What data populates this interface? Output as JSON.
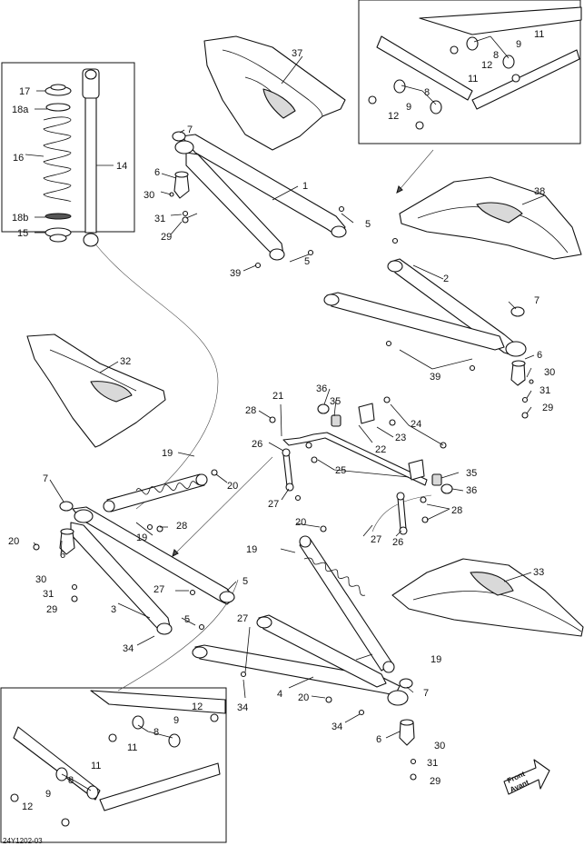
{
  "diagram": {
    "reference": "24Y1202-03",
    "direction_labels": [
      "Front",
      "Avant"
    ],
    "part_labels": [
      {
        "id": "l1",
        "text": "1"
      },
      {
        "id": "l2",
        "text": "2"
      },
      {
        "id": "l3",
        "text": "3"
      },
      {
        "id": "l4",
        "text": "4"
      },
      {
        "id": "l5a",
        "text": "5"
      },
      {
        "id": "l5b",
        "text": "5"
      },
      {
        "id": "l5c",
        "text": "5"
      },
      {
        "id": "l5d",
        "text": "5"
      },
      {
        "id": "l6a",
        "text": "6"
      },
      {
        "id": "l6b",
        "text": "6"
      },
      {
        "id": "l6c",
        "text": "6"
      },
      {
        "id": "l6d",
        "text": "6"
      },
      {
        "id": "l7a",
        "text": "7"
      },
      {
        "id": "l7b",
        "text": "7"
      },
      {
        "id": "l7c",
        "text": "7"
      },
      {
        "id": "l7d",
        "text": "7"
      },
      {
        "id": "l8a",
        "text": "8"
      },
      {
        "id": "l8b",
        "text": "8"
      },
      {
        "id": "l8c",
        "text": "8"
      },
      {
        "id": "l8d",
        "text": "8"
      },
      {
        "id": "l9a",
        "text": "9"
      },
      {
        "id": "l9b",
        "text": "9"
      },
      {
        "id": "l9c",
        "text": "9"
      },
      {
        "id": "l9d",
        "text": "9"
      },
      {
        "id": "l11a",
        "text": "11"
      },
      {
        "id": "l11b",
        "text": "11"
      },
      {
        "id": "l11c",
        "text": "11"
      },
      {
        "id": "l11d",
        "text": "11"
      },
      {
        "id": "l12a",
        "text": "12"
      },
      {
        "id": "l12b",
        "text": "12"
      },
      {
        "id": "l12c",
        "text": "12"
      },
      {
        "id": "l12d",
        "text": "12"
      },
      {
        "id": "l14",
        "text": "14"
      },
      {
        "id": "l15",
        "text": "15"
      },
      {
        "id": "l16",
        "text": "16"
      },
      {
        "id": "l17",
        "text": "17"
      },
      {
        "id": "l18a",
        "text": "18a"
      },
      {
        "id": "l18b",
        "text": "18b"
      },
      {
        "id": "l19a",
        "text": "19"
      },
      {
        "id": "l19b",
        "text": "19"
      },
      {
        "id": "l19c",
        "text": "19"
      },
      {
        "id": "l19d",
        "text": "19"
      },
      {
        "id": "l20a",
        "text": "20"
      },
      {
        "id": "l20b",
        "text": "20"
      },
      {
        "id": "l20c",
        "text": "20"
      },
      {
        "id": "l20d",
        "text": "20"
      },
      {
        "id": "l21",
        "text": "21"
      },
      {
        "id": "l22",
        "text": "22"
      },
      {
        "id": "l23",
        "text": "23"
      },
      {
        "id": "l24",
        "text": "24"
      },
      {
        "id": "l25",
        "text": "25"
      },
      {
        "id": "l26a",
        "text": "26"
      },
      {
        "id": "l26b",
        "text": "26"
      },
      {
        "id": "l27a",
        "text": "27"
      },
      {
        "id": "l27b",
        "text": "27"
      },
      {
        "id": "l27c",
        "text": "27"
      },
      {
        "id": "l27d",
        "text": "27"
      },
      {
        "id": "l28a",
        "text": "28"
      },
      {
        "id": "l28b",
        "text": "28"
      },
      {
        "id": "l28c",
        "text": "28"
      },
      {
        "id": "l29a",
        "text": "29"
      },
      {
        "id": "l29b",
        "text": "29"
      },
      {
        "id": "l29c",
        "text": "29"
      },
      {
        "id": "l29d",
        "text": "29"
      },
      {
        "id": "l30a",
        "text": "30"
      },
      {
        "id": "l30b",
        "text": "30"
      },
      {
        "id": "l30c",
        "text": "30"
      },
      {
        "id": "l30d",
        "text": "30"
      },
      {
        "id": "l31a",
        "text": "31"
      },
      {
        "id": "l31b",
        "text": "31"
      },
      {
        "id": "l31c",
        "text": "31"
      },
      {
        "id": "l31d",
        "text": "31"
      },
      {
        "id": "l32",
        "text": "32"
      },
      {
        "id": "l33",
        "text": "33"
      },
      {
        "id": "l34a",
        "text": "34"
      },
      {
        "id": "l34b",
        "text": "34"
      },
      {
        "id": "l34c",
        "text": "34"
      },
      {
        "id": "l35a",
        "text": "35"
      },
      {
        "id": "l35b",
        "text": "35"
      },
      {
        "id": "l36a",
        "text": "36"
      },
      {
        "id": "l36b",
        "text": "36"
      },
      {
        "id": "l37",
        "text": "37"
      },
      {
        "id": "l38",
        "text": "38"
      },
      {
        "id": "l39a",
        "text": "39"
      },
      {
        "id": "l39b",
        "text": "39"
      }
    ]
  }
}
